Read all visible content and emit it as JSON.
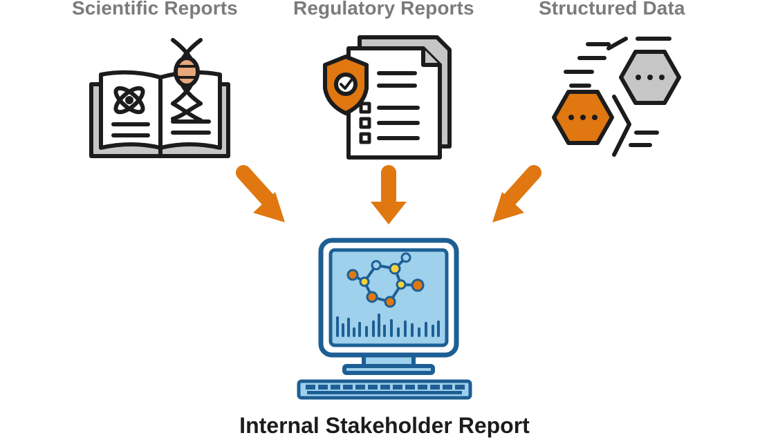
{
  "sources": [
    {
      "label": "Scientific Reports",
      "icon": "open-book-dna-icon"
    },
    {
      "label": "Regulatory Reports",
      "icon": "shield-document-icon"
    },
    {
      "label": "Structured Data",
      "icon": "hexagon-data-icon"
    }
  ],
  "output": {
    "label": "Internal Stakeholder Report",
    "icon": "computer-monitor-molecule-icon"
  },
  "colors": {
    "accent": "#e07710",
    "label_gray": "#7b7b7b",
    "outline": "#1c1c1c",
    "monitor_blue": "#1d5f94",
    "monitor_light": "#9fd0ec",
    "shade_gray": "#c6c6c6"
  }
}
